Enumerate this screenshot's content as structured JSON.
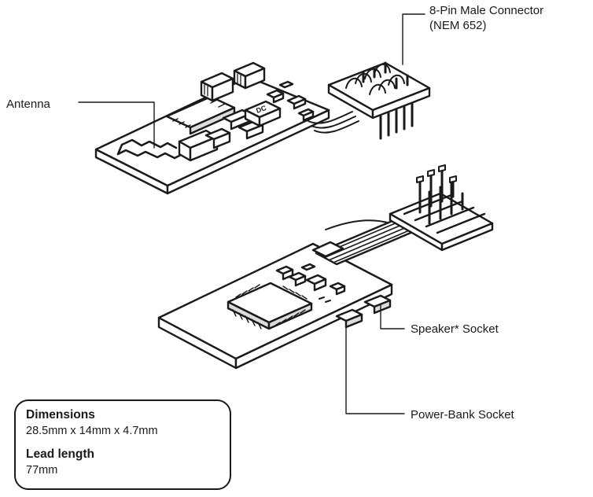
{
  "labels": {
    "connector_line1": "8-Pin Male Connector",
    "connector_line2": "(NEM 652)",
    "antenna": "Antenna",
    "speaker_socket": "Speaker* Socket",
    "power_bank_socket": "Power-Bank Socket"
  },
  "specs": {
    "dimensions_heading": "Dimensions",
    "dimensions_value": "28.5mm x 14mm x 4.7mm",
    "lead_heading": "Lead length",
    "lead_value": "77mm"
  },
  "colors": {
    "line": "#1a1a1a",
    "board": "#ffffff"
  }
}
